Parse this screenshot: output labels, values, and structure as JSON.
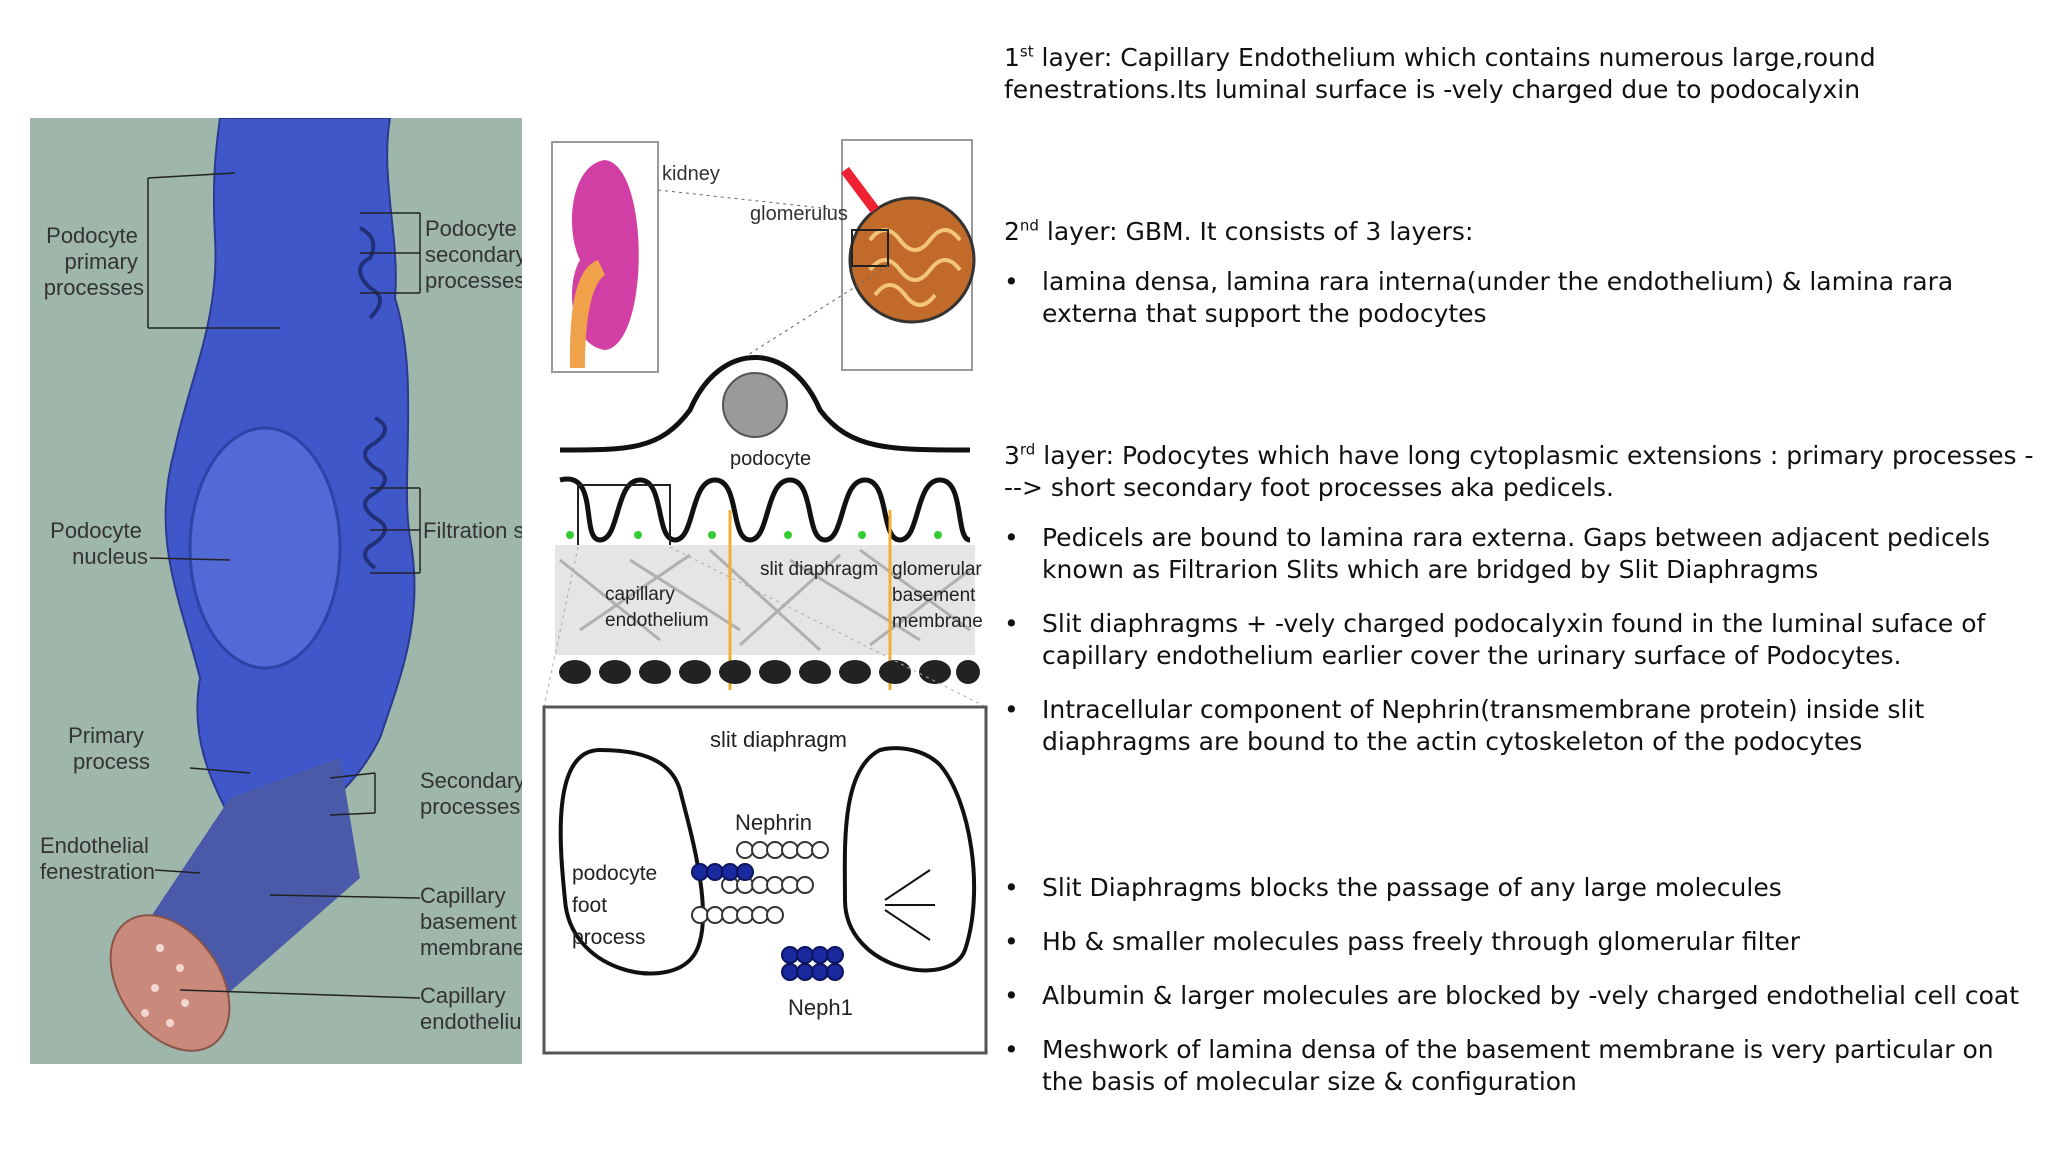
{
  "left_figure": {
    "labels": {
      "primary_processes": [
        "Podocyte",
        "primary",
        "processes"
      ],
      "secondary_processes": [
        "Podocyte",
        "secondary",
        "processes"
      ],
      "nucleus": [
        "Podocyte",
        "nucleus"
      ],
      "filtration_slits": "Filtration slits",
      "primary_process": [
        "Primary",
        "process"
      ],
      "secondary_proc": [
        "Secondary",
        "processes"
      ],
      "fenestration": [
        "Endothelial",
        "fenestration"
      ],
      "basement": [
        "Capillary",
        "basement",
        "membrane"
      ],
      "endothelium": [
        "Capillary",
        "endothelium"
      ]
    },
    "colors": {
      "background": "#9fb7aa",
      "cell": "#3f57c8",
      "capillary": "#c98a7c"
    }
  },
  "middle_figure": {
    "labels": {
      "kidney": "kidney",
      "glomerulus": "glomerulus",
      "podocyte": "podocyte",
      "slit_diaphragm": "slit diaphragm",
      "glomerular_bm": [
        "glomerular",
        "basement",
        "membrane"
      ],
      "capillary_endothelium": [
        "capillary",
        "endothelium"
      ],
      "box_title": "slit diaphragm",
      "nephrin": "Nephrin",
      "foot_process": [
        "podocyte",
        "foot",
        "process"
      ],
      "neph1": "Neph1"
    }
  },
  "layer1": {
    "num": "1",
    "sup": "st",
    "text": " layer: Capillary Endothelium which contains numerous large,round fenestrations.Its luminal surface is -vely charged due to podocalyxin"
  },
  "layer2": {
    "num": "2",
    "sup": "nd",
    "text": " layer: GBM. It consists of 3 layers:",
    "bullets": [
      "lamina densa, lamina rara interna(under the endothelium) & lamina rara externa that support the podocytes"
    ]
  },
  "layer3": {
    "num": "3",
    "sup": "rd",
    "text": " layer: Podocytes which have long cytoplasmic extensions : primary processes ---> short secondary foot processes aka pedicels.",
    "bullets": [
      "Pedicels are bound to lamina rara externa. Gaps between adjacent pedicels known as Filtrarion Slits which are bridged by Slit Diaphragms",
      "Slit diaphragms  +  -vely charged podocalyxin found in the luminal suface of capillary endothelium earlier cover the urinary surface of Podocytes.",
      "Intracellular component of Nephrin(transmembrane protein) inside slit diaphragms are bound to the actin cytoskeleton of the podocytes"
    ]
  },
  "filter_points": [
    "Slit Diaphragms blocks the passage of any large molecules",
    "Hb & smaller molecules pass freely through glomerular filter",
    "Albumin & larger molecules are blocked by -vely charged endothelial cell coat",
    "Meshwork of lamina densa of the basement membrane is very particular on the basis of molecular size & configuration"
  ]
}
